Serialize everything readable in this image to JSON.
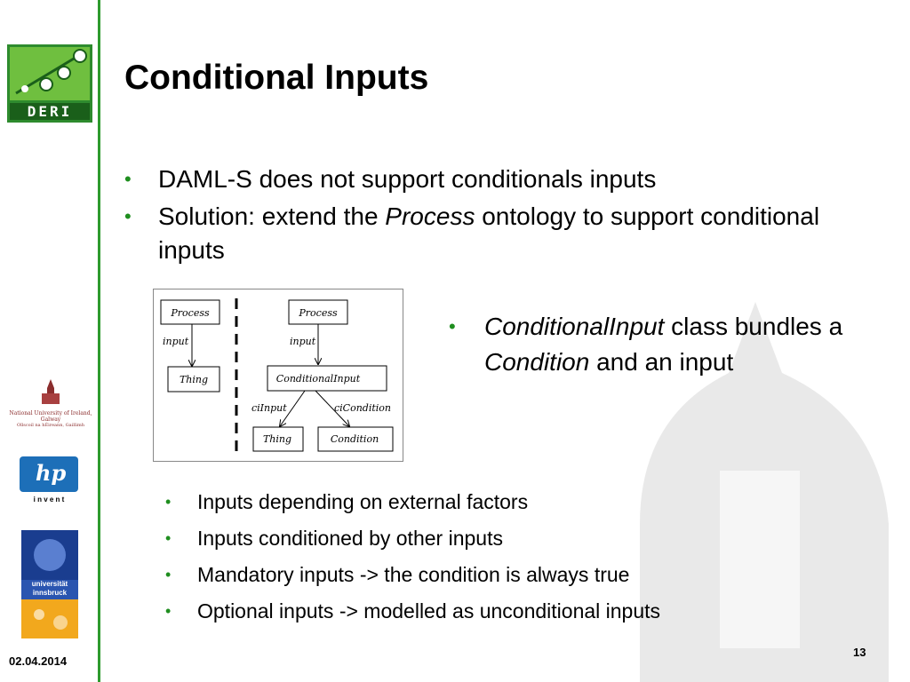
{
  "title": "Conditional Inputs",
  "bullets": [
    "DAML-S does not support conditionals inputs",
    {
      "pre": "Solution: extend the ",
      "em": "Process",
      "post": " ontology to support conditional inputs"
    }
  ],
  "right_bullet": {
    "em1": "ConditionalInput",
    "t1": " class bundles a ",
    "em2": "Condition",
    "t2": " and an input"
  },
  "sub_bullets": [
    "Inputs depending on external factors",
    "Inputs conditioned by other inputs",
    "Mandatory inputs -> the condition is always true",
    "Optional inputs -> modelled as unconditional inputs"
  ],
  "diagram": {
    "left": {
      "process": "Process",
      "edge": "input",
      "thing": "Thing"
    },
    "right": {
      "process": "Process",
      "edge": "input",
      "ci": "ConditionalInput",
      "edge_left": "ciInput",
      "edge_right": "ciCondition",
      "thing": "Thing",
      "condition": "Condition"
    }
  },
  "logos": {
    "deri": "DERI",
    "nuig": "National University of Ireland, Galway",
    "nuig_sub": "Ollscoil na hÉireann, Gaillimh",
    "hp": "hp",
    "hp_sub": "i n v e n t",
    "uibk": "universität innsbruck"
  },
  "footer": {
    "date": "02.04.2014",
    "page": "13"
  },
  "colors": {
    "accent": "#2e9b2e",
    "bullet": "#1f8e1f"
  }
}
